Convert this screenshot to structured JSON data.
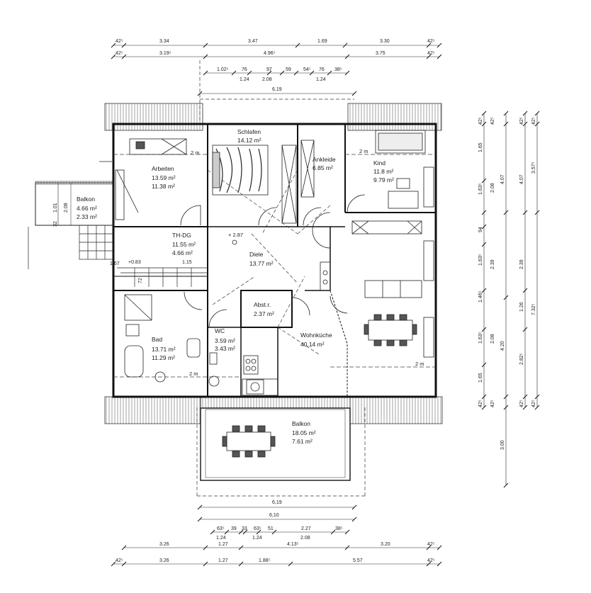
{
  "rooms": {
    "arbeiten": {
      "name": "Arbeiten",
      "a1": "13.59 m²",
      "a2": "11.38 m²"
    },
    "schlafen": {
      "name": "Schlafen",
      "a1": "14.12 m²"
    },
    "ankleide": {
      "name": "Ankleide",
      "a1": "6.85 m²"
    },
    "kind": {
      "name": "Kind",
      "a1": "11.8 m²",
      "a2": "9.79 m²"
    },
    "balkon_w": {
      "name": "Balkon",
      "a1": "4.66 m²",
      "a2": "2.33 m²"
    },
    "thdg": {
      "name": "TH-DG",
      "a1": "11.55 m²",
      "a2": "4.66 m²"
    },
    "diele": {
      "name": "Diele",
      "a1": "13.77 m²",
      "level": "+ 2.87"
    },
    "abst": {
      "name": "Abst.r.",
      "a1": "2.37 m²"
    },
    "bad": {
      "name": "Bad",
      "a1": "13.71 m²",
      "a2": "11.29 m²"
    },
    "wc": {
      "name": "WC",
      "a1": "3.59 m²",
      "a2": "3.43 m²"
    },
    "wohnkueche": {
      "name": "Wohnküche",
      "a1": "40.14 m²"
    },
    "balkon_s": {
      "name": "Balkon",
      "a1": "18.05 m²",
      "a2": "7.61 m²"
    }
  },
  "marks": {
    "two_m": "2 m"
  },
  "dims": {
    "top1": [
      "42⁵",
      "3.34",
      "3.47",
      "1.69",
      "3.30",
      "42⁵"
    ],
    "top2": [
      "42⁵",
      "3.19⁵",
      "4.96⁵",
      "3.75",
      "42⁵"
    ],
    "top3a": [
      "1.02⁵",
      "76",
      "97",
      "59",
      "54⁵",
      "76",
      "38⁵"
    ],
    "top3b": [
      "1.24",
      "2.08",
      "1.24"
    ],
    "top4": "6,19",
    "bot1": "6,19",
    "bot2": "6,10",
    "bot3a": [
      "63⁵",
      "39",
      "33",
      "63⁵",
      "51",
      "2.27",
      "38⁵"
    ],
    "bot3b": [
      "1.24",
      "1.24",
      "2.08"
    ],
    "bot4": [
      "3.26",
      "1.27",
      "4.13⁵",
      "3.20",
      "42⁵"
    ],
    "bot5": [
      "42⁵",
      "3.26",
      "1.27",
      "1.88⁵",
      "5.57",
      "42⁵"
    ],
    "r1": [
      "42⁵",
      "1.65",
      "1.63⁵",
      "94",
      "1.63⁵",
      "1.46⁵",
      "1.63⁵",
      "1.65",
      "42⁵"
    ],
    "r2": [
      "42⁵",
      "2.08",
      "2.39",
      "2.08",
      "42⁵"
    ],
    "r3": [
      "4.07",
      "4.20",
      "3.00"
    ],
    "r4": [
      "42⁵",
      "4.07",
      "2.39",
      "1.26",
      "2.82⁵",
      "42⁵"
    ],
    "r5": [
      "42⁵",
      "3.57⁵",
      "7.32⁵",
      "42⁵"
    ],
    "left": [
      "1.01",
      "2.08",
      "32",
      "1.67",
      "+0.83",
      "72",
      "1.15"
    ]
  }
}
